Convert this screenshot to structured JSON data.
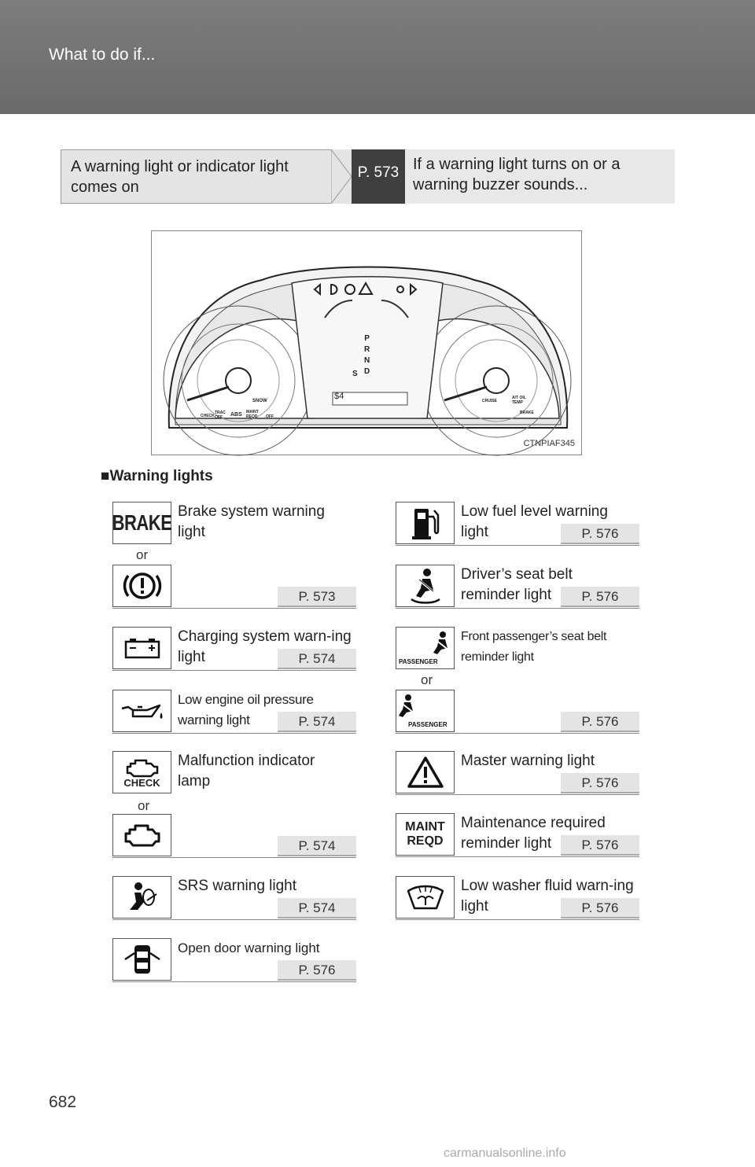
{
  "header": {
    "title": "What to do if..."
  },
  "ref_bar": {
    "left_text": "A warning light or indicator light comes on",
    "page": "P. 573",
    "right_text": "If a warning light turns on or a warning buzzer sounds..."
  },
  "cluster": {
    "gear_labels": [
      "P",
      "R",
      "N",
      "D"
    ],
    "s_label": "S",
    "odometer": "$4",
    "left_labels": {
      "snow": "SNOW",
      "check": "CHECK",
      "trac_off": "TRAC OFF",
      "abs": "ABS",
      "maint": "MAINT REQD",
      "off": "OFF"
    },
    "right_labels": {
      "cruise": "CRUISE",
      "at_oil": "A/T OIL TEMP",
      "brake": "BRAKE"
    },
    "code": "CTNPIAF345"
  },
  "section_title": "■Warning lights",
  "or_label": "or",
  "left_items": [
    {
      "name": "brake",
      "desc": "Brake system warning light",
      "icon_text": "BRAKE",
      "page": "P. 573"
    },
    {
      "name": "charging",
      "desc": "Charging system warn-ing light",
      "page": "P. 574"
    },
    {
      "name": "oil",
      "desc": "Low engine oil pressure warning light",
      "page": "P. 574"
    },
    {
      "name": "check",
      "desc": "Malfunction indicator lamp",
      "icon_text": "CHECK",
      "page": "P. 574"
    },
    {
      "name": "srs",
      "desc": "SRS warning light",
      "page": "P. 574"
    },
    {
      "name": "door",
      "desc": "Open door warning light",
      "page": "P. 576"
    }
  ],
  "right_items": [
    {
      "name": "fuel",
      "desc": "Low fuel level warning light",
      "page": "P. 576"
    },
    {
      "name": "seatbelt",
      "desc": "Driver’s seat belt reminder light",
      "page": "P. 576"
    },
    {
      "name": "passenger",
      "desc": "Front passenger’s seat belt reminder light",
      "icon_text": "PASSENGER",
      "page": "P. 576"
    },
    {
      "name": "master",
      "desc": "Master warning light",
      "page": "P. 576"
    },
    {
      "name": "maint",
      "desc": "Maintenance required reminder light",
      "icon_text_1": "MAINT",
      "icon_text_2": "REQD",
      "page": "P. 576"
    },
    {
      "name": "washer",
      "desc": "Low washer fluid warn-ing light",
      "page": "P. 576"
    }
  ],
  "page_number": "682",
  "watermark": "carmanualsonline.info"
}
